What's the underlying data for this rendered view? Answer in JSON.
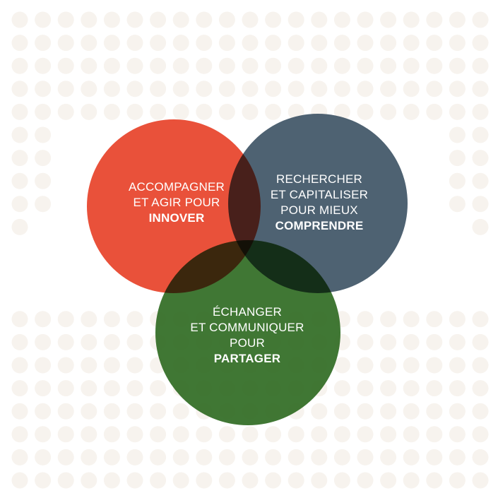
{
  "colors": {
    "background_dot": "#f7f3ee",
    "circle_red": "#e8432b",
    "circle_blue": "#3f5466",
    "circle_green": "#2f6b22",
    "text": "#ffffff"
  },
  "circles": {
    "red": {
      "lines": [
        "ACCOMPAGNER",
        "ET AGIR POUR"
      ],
      "emphasis": "INNOVER"
    },
    "blue": {
      "lines": [
        "RECHERCHER",
        "ET CAPITALISER",
        "POUR MIEUX"
      ],
      "emphasis": "COMPRENDRE"
    },
    "green": {
      "lines": [
        "ÉCHANGER",
        "ET COMMUNIQUER",
        "POUR"
      ],
      "emphasis": "PARTAGER"
    }
  }
}
